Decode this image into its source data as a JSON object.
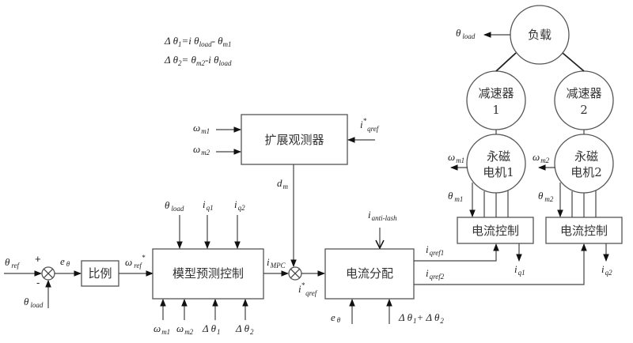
{
  "equations": {
    "eq1": "Δ θ₁=i θload- θm1",
    "eq1_parts": {
      "lhs": "Δ θ",
      "lhs_sub": "1",
      "mid": "=i θ",
      "mid_sub": "load",
      "rhs": "- θ",
      "rhs_sub": "m1"
    },
    "eq2_parts": {
      "lhs": "Δ θ",
      "lhs_sub": "2",
      "mid": "= θ",
      "mid_sub": "m2",
      "rhs": "-i θ",
      "rhs_sub": "load"
    }
  },
  "blocks": {
    "proportional": "比例",
    "mpc": "模型预测控制",
    "observer": "扩展观测器",
    "current_alloc": "电流分配",
    "current_ctrl_1": "电流控制",
    "current_ctrl_2": "电流控制"
  },
  "nodes": {
    "load": "负载",
    "reducer1_line1": "减速器",
    "reducer1_line2": "1",
    "reducer2_line1": "减速器",
    "reducer2_line2": "2",
    "motor1_line1": "永磁",
    "motor1_line2": "电机1",
    "motor2_line1": "永磁",
    "motor2_line2": "电机2"
  },
  "signals": {
    "theta": "θ",
    "omega": "ω",
    "i": "i",
    "e": "e",
    "d": "d",
    "delta_theta": "Δ θ",
    "theta_ref_sub": "ref",
    "theta_load_sub": "load",
    "e_theta_sub": "θ",
    "omega_ref_sub": "ref",
    "star": "*",
    "m1": "m1",
    "m2": "m2",
    "q1": "q1",
    "q2": "q2",
    "mpc_sub": "MPC",
    "qref_sub": "qref",
    "qref1_sub": "qref1",
    "qref2_sub": "qref2",
    "anti_lash_sub": "anti-lash",
    "dm_sub": "m",
    "sub1": "1",
    "sub2": "2",
    "plus": "+",
    "minus": "-",
    "sum_formula_a": "Δ θ",
    "sum_formula_plus": "+ Δ θ"
  }
}
